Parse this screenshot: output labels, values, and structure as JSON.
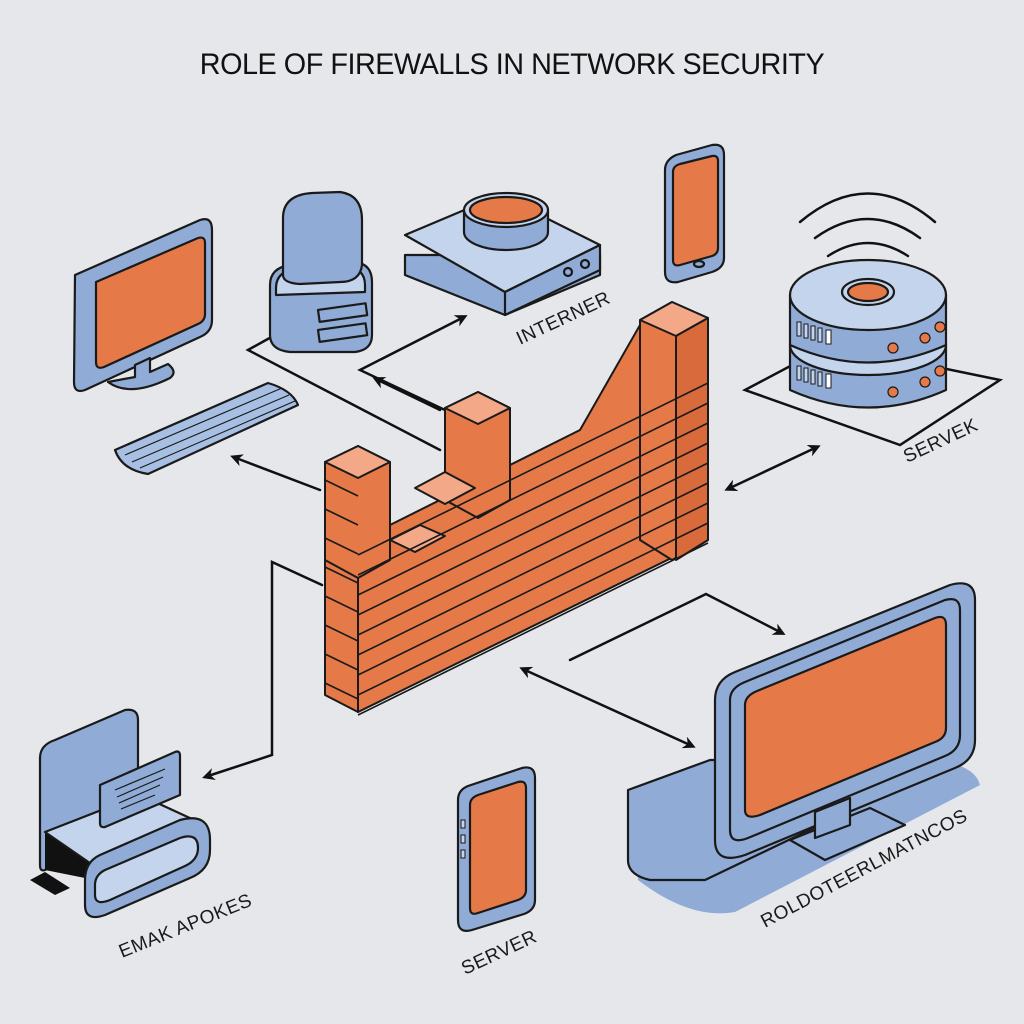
{
  "title": "ROLE OF FIREWALLS IN NETWORK SECURITY",
  "colors": {
    "background": "#e5e7eb",
    "device_blue": "#8fabd6",
    "device_blue_light": "#c3d4ec",
    "screen_orange": "#e57a48",
    "brick_orange": "#e57a48",
    "brick_top": "#f3a887",
    "outline": "#1a1a1a"
  },
  "nodes": [
    {
      "id": "desktop-computer",
      "label": "",
      "icon": "desktop-monitor-keyboard-icon"
    },
    {
      "id": "router-tower",
      "label": "",
      "icon": "router-tower-icon"
    },
    {
      "id": "internet",
      "label": "INTERNER",
      "icon": "network-hub-icon"
    },
    {
      "id": "mobile-top",
      "label": "",
      "icon": "smartphone-icon"
    },
    {
      "id": "server-right",
      "label": "SERVEK",
      "icon": "database-server-icon"
    },
    {
      "id": "email",
      "label": "EMAK APOKES",
      "icon": "mail-printer-icon"
    },
    {
      "id": "server-phone",
      "label": "SERVER",
      "icon": "smartphone-icon"
    },
    {
      "id": "large-monitor",
      "label": "ROLDOTEERLMATNCOS",
      "icon": "large-monitor-icon"
    }
  ],
  "center": {
    "id": "firewall",
    "icon": "brick-wall-icon"
  }
}
